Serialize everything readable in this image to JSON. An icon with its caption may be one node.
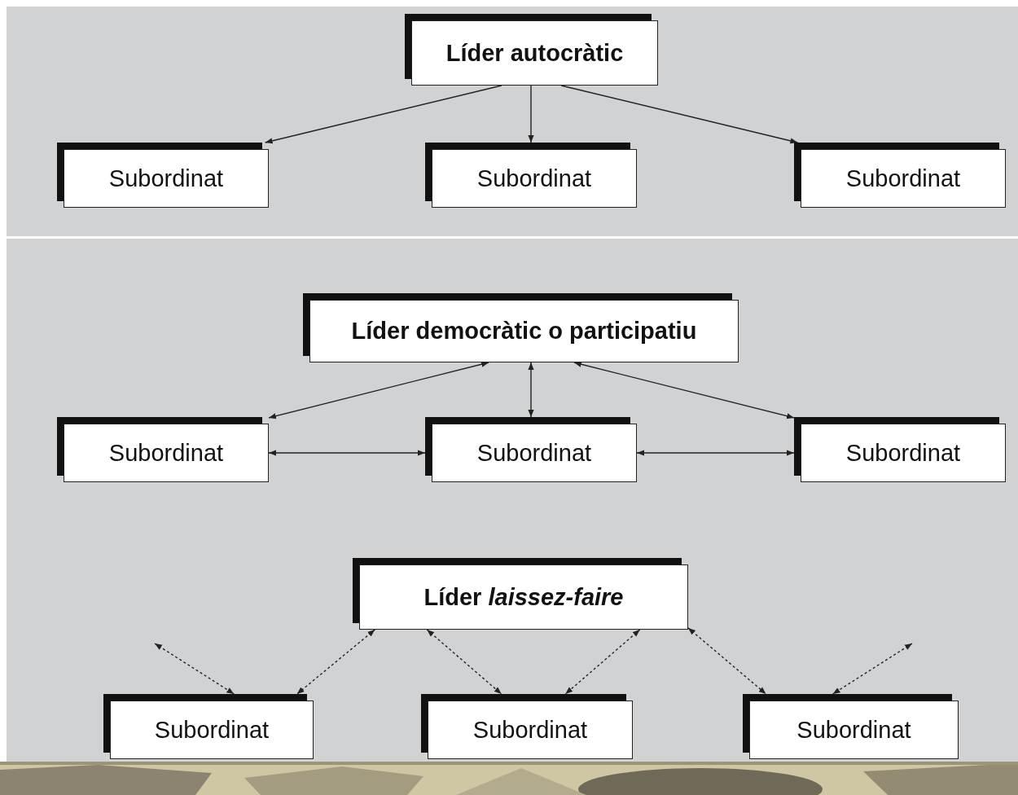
{
  "diagram": {
    "nodes": [
      {
        "text": [
          "Líder autocràtic"
        ]
      },
      {
        "text": [
          "Subordinat"
        ]
      },
      {
        "text": [
          "Subordinat"
        ]
      },
      {
        "text": [
          "Subordinat"
        ]
      },
      {
        "text": [
          "Líder democràtic o participatiu"
        ]
      },
      {
        "text": [
          "Subordinat"
        ]
      },
      {
        "text": [
          "Subordinat"
        ]
      },
      {
        "text": [
          "Subordinat"
        ]
      },
      {
        "text": [
          "Líder *laissez-faire*"
        ]
      },
      {
        "text": [
          "Subordinat"
        ]
      },
      {
        "text": [
          "Subordinat"
        ]
      },
      {
        "text": [
          "Subordinat"
        ]
      }
    ],
    "edges": [
      {
        "from": 0,
        "to": 1,
        "arrow": "to"
      },
      {
        "from": 0,
        "to": 2,
        "arrow": "to"
      },
      {
        "from": 0,
        "to": 3,
        "arrow": "to"
      },
      {
        "from": 4,
        "to": 5,
        "arrow": "both"
      },
      {
        "from": 4,
        "to": 6,
        "arrow": "both"
      },
      {
        "from": 4,
        "to": 7,
        "arrow": "both"
      },
      {
        "from": 5,
        "to": 6,
        "arrow": "both"
      },
      {
        "from": 6,
        "to": 7,
        "arrow": "both"
      },
      {
        "from": null,
        "to": 9,
        "arrow": "both",
        "style": "dashed"
      },
      {
        "from": 8,
        "to": 9,
        "arrow": "both",
        "style": "dashed"
      },
      {
        "from": 8,
        "to": 10,
        "arrow": "both",
        "style": "dashed"
      },
      {
        "from": 8,
        "to": 10,
        "arrow": "both",
        "style": "dashed"
      },
      {
        "from": 8,
        "to": 11,
        "arrow": "both",
        "style": "dashed"
      },
      {
        "from": null,
        "to": 11,
        "arrow": "both",
        "style": "dashed"
      }
    ]
  }
}
